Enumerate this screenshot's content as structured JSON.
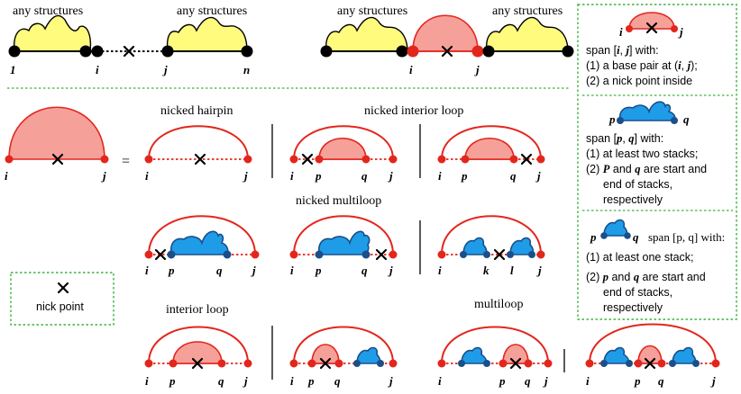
{
  "top": {
    "left_any_structures_1": "any structures",
    "left_any_structures_2": "any structures",
    "right_any_structures_1": "any structures",
    "right_any_structures_2": "any structures",
    "label_1": "1",
    "label_i": "i",
    "label_j": "j",
    "label_n": "n"
  },
  "lhs": {
    "label_i": "i",
    "label_j": "j",
    "equals": "="
  },
  "titles": {
    "nicked_hairpin": "nicked hairpin",
    "nicked_interior_loop": "nicked interior loop",
    "nicked_multiloop": "nicked multiloop",
    "interior_loop": "interior loop",
    "multiloop": "multiloop"
  },
  "labels": {
    "i": "i",
    "j": "j",
    "p": "p",
    "q": "q",
    "k": "k",
    "l": "l"
  },
  "legend": {
    "nick_point": "nick point"
  },
  "box1": {
    "label_i": "i",
    "label_j": "j",
    "line1_prefix": "span [",
    "line1_i": "i",
    "line1_comma": ", ",
    "line1_j": "j",
    "line1_suffix": "] with:",
    "line2": "(1) a base pair at (",
    "line2_i": "i",
    "line2_comma": ", ",
    "line2_j": "j",
    "line2_end": ");",
    "line3": "(2) a nick point inside"
  },
  "box2": {
    "label_p": "p",
    "label_q": "q",
    "line1_prefix": "span [",
    "line1_p": "p",
    "line1_comma": ", ",
    "line1_q": "q",
    "line1_suffix": "] with:",
    "line2": "(1) at least two stacks;",
    "line3_prefix": "(2) ",
    "line3_p": "P",
    "line3_mid": " and ",
    "line3_q": "q",
    "line3_suffix": " are start and",
    "line4": "end of stacks,",
    "line5": "respectively"
  },
  "box3": {
    "label_p": "p",
    "label_q": "q",
    "line1": "span [p, q] with:",
    "line2": "(1) at least one stack;",
    "line3_prefix": "(2) ",
    "line3_p": "p",
    "line3_mid": " and ",
    "line3_q": "q",
    "line3_suffix": " are start and",
    "line4": "end of stacks,",
    "line5": "respectively"
  },
  "colors": {
    "red": "#e3261c",
    "salmon": "#f6a09a",
    "blue": "#1f9ce8",
    "dark_blue": "#1a4f8a",
    "yellow": "#fffb7d",
    "green_dotted": "#3bb23b"
  }
}
